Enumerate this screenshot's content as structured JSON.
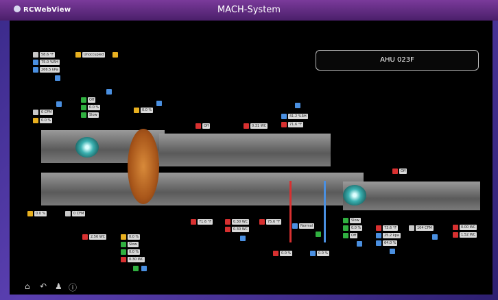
{
  "app": {
    "logo": "RCWebView",
    "title": "MACH-System"
  },
  "unit": {
    "name": "AHU 023F"
  },
  "readings": {
    "oa_temp": "58.6 °F",
    "oa_humidity": "75.0 %RH",
    "oa_enthalpy": "266.5 kPa",
    "occupancy": "Unoccupied",
    "top_left_a": "Off",
    "top_left_b": "0.0 %",
    "top_left_c": "Slow",
    "cfm_left": "0 CFM",
    "pct_left": "0.0 %",
    "damper_top": "0.0 %",
    "top_mid_a": "Off",
    "top_mid_b": "0.31 WC",
    "rh_a": "41.2 %RH",
    "temp_top_right": "71.6 °F",
    "right_off": "Off",
    "bottom_left_a": "0.0 %",
    "bottom_left_b": "0 CFM",
    "lower_a": "2.56 WC",
    "lower_b": "0.0 %",
    "lower_c": "Slow",
    "lower_d": "0.0 %",
    "lower_e": "0.30 WC",
    "mid_temp": "71.6 °F",
    "mid_wc_a": "0.30 WC",
    "mid_wc_b": "0.30 WC",
    "mid_temp_b": "75.6 °F",
    "heat_mode": "Normal",
    "valve_a": "0.0 %",
    "valve_b": "0.0 %",
    "sa_a": "Slow",
    "sa_b": "0.0 %",
    "sa_c": "Off",
    "sa_temp": "73.6 °F",
    "sa_kpa": "25.2 kpa",
    "sa_pct": "64.0 %",
    "sa_cfm": "104 CFM",
    "ra_wc_a": "0.00 WC",
    "ra_wc_b": "1.52 WC"
  },
  "colors": {
    "accent_blue": "#4a8fe0",
    "alarm_red": "#d83030",
    "status_green": "#30b040",
    "warn_yellow": "#e8b020"
  },
  "nav": {
    "home_icon": "home-icon",
    "back_icon": "back-arrow-icon",
    "user_icon": "user-icon",
    "info_icon": "info-icon"
  }
}
